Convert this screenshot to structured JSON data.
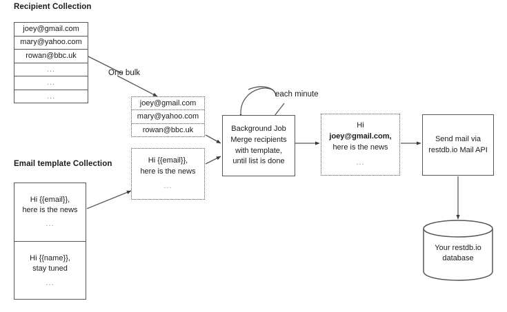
{
  "diagram": {
    "title_recipient": "Recipient Collection",
    "title_template": "Email template Collection",
    "ellipsis": "...",
    "colors": {
      "stroke": "#555555",
      "dashed_stroke": "#4d4d4d",
      "text": "#1a1a1a",
      "muted": "#8c8c8c",
      "background": "#ffffff"
    }
  },
  "recipient_collection": {
    "rows": [
      "joey@gmail.com",
      "mary@yahoo.com",
      "rowan@bbc.uk",
      "...",
      "...",
      "..."
    ]
  },
  "bulk_list": {
    "rows": [
      "joey@gmail.com",
      "mary@yahoo.com",
      "rowan@bbc.uk"
    ]
  },
  "template_collection": {
    "cells": [
      {
        "line1": "Hi {{email}},",
        "line2": "here is the news",
        "line3": "..."
      },
      {
        "line1": "Hi {{name}},",
        "line2": "stay tuned",
        "line3": "..."
      }
    ]
  },
  "template_preview": {
    "line1": "Hi {{email}},",
    "line2": "here is the news",
    "line3": "..."
  },
  "merged_email": {
    "line1": "Hi",
    "line2_bold": "joey@gmail.com,",
    "line3": "here is the news",
    "line4": "..."
  },
  "background_job": {
    "line1": "Background Job",
    "line2": "Merge recipients",
    "line3": "with template,",
    "line4": "until list is done"
  },
  "send_mail": {
    "line1": "Send mail via",
    "line2": "restdb.io Mail API"
  },
  "database": {
    "line1": "Your restdb.io",
    "line2": "database"
  },
  "labels": {
    "one_bulk": "One bulk",
    "each_minute": "each minute"
  }
}
